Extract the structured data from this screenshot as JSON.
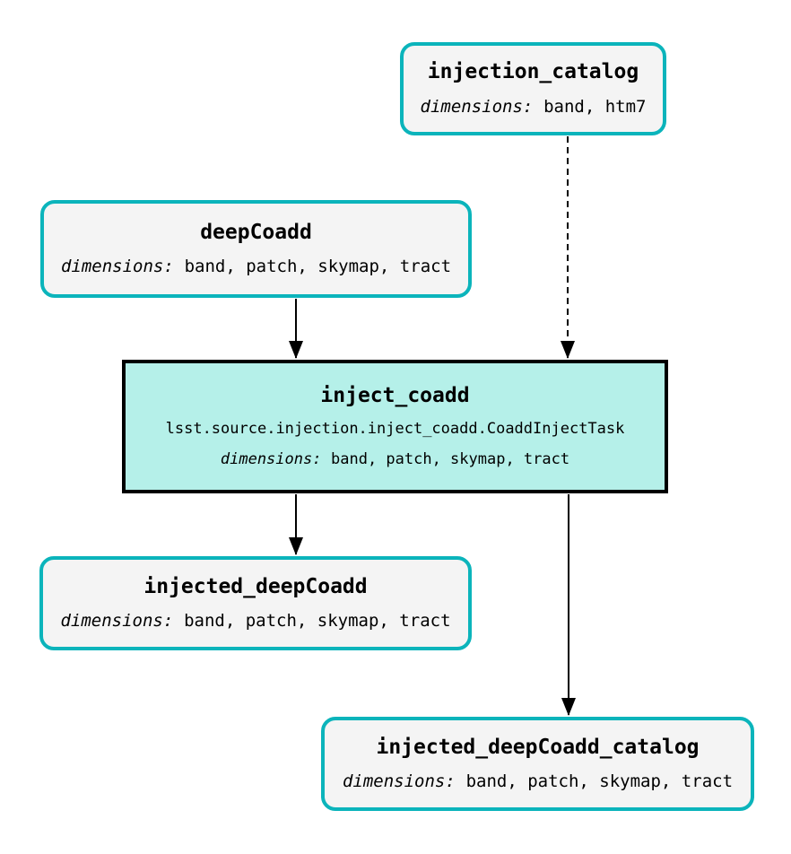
{
  "theme": {
    "accent": "#0bb4bb",
    "dataset_fill": "#f4f4f4",
    "task_fill": "#b5f0e9",
    "edge_color": "#000000",
    "text_color": "#000000",
    "background": "#ffffff"
  },
  "nodes": [
    {
      "id": "injection_catalog",
      "type": "dataset",
      "title": "injection_catalog",
      "dimensions_label": "dimensions:",
      "dimensions": "band, htm7"
    },
    {
      "id": "deepCoadd",
      "type": "dataset",
      "title": "deepCoadd",
      "dimensions_label": "dimensions:",
      "dimensions": "band, patch, skymap, tract"
    },
    {
      "id": "inject_coadd",
      "type": "task",
      "title": "inject_coadd",
      "task_class": "lsst.source.injection.inject_coadd.CoaddInjectTask",
      "dimensions_label": "dimensions:",
      "dimensions": "band, patch, skymap, tract"
    },
    {
      "id": "injected_deepCoadd",
      "type": "dataset",
      "title": "injected_deepCoadd",
      "dimensions_label": "dimensions:",
      "dimensions": "band, patch, skymap, tract"
    },
    {
      "id": "injected_deepCoadd_catalog",
      "type": "dataset",
      "title": "injected_deepCoadd_catalog",
      "dimensions_label": "dimensions:",
      "dimensions": "band, patch, skymap, tract"
    }
  ],
  "edges": [
    {
      "from": "deepCoadd",
      "to": "inject_coadd",
      "style": "solid"
    },
    {
      "from": "injection_catalog",
      "to": "inject_coadd",
      "style": "dashed"
    },
    {
      "from": "inject_coadd",
      "to": "injected_deepCoadd",
      "style": "solid"
    },
    {
      "from": "inject_coadd",
      "to": "injected_deepCoadd_catalog",
      "style": "solid"
    }
  ]
}
